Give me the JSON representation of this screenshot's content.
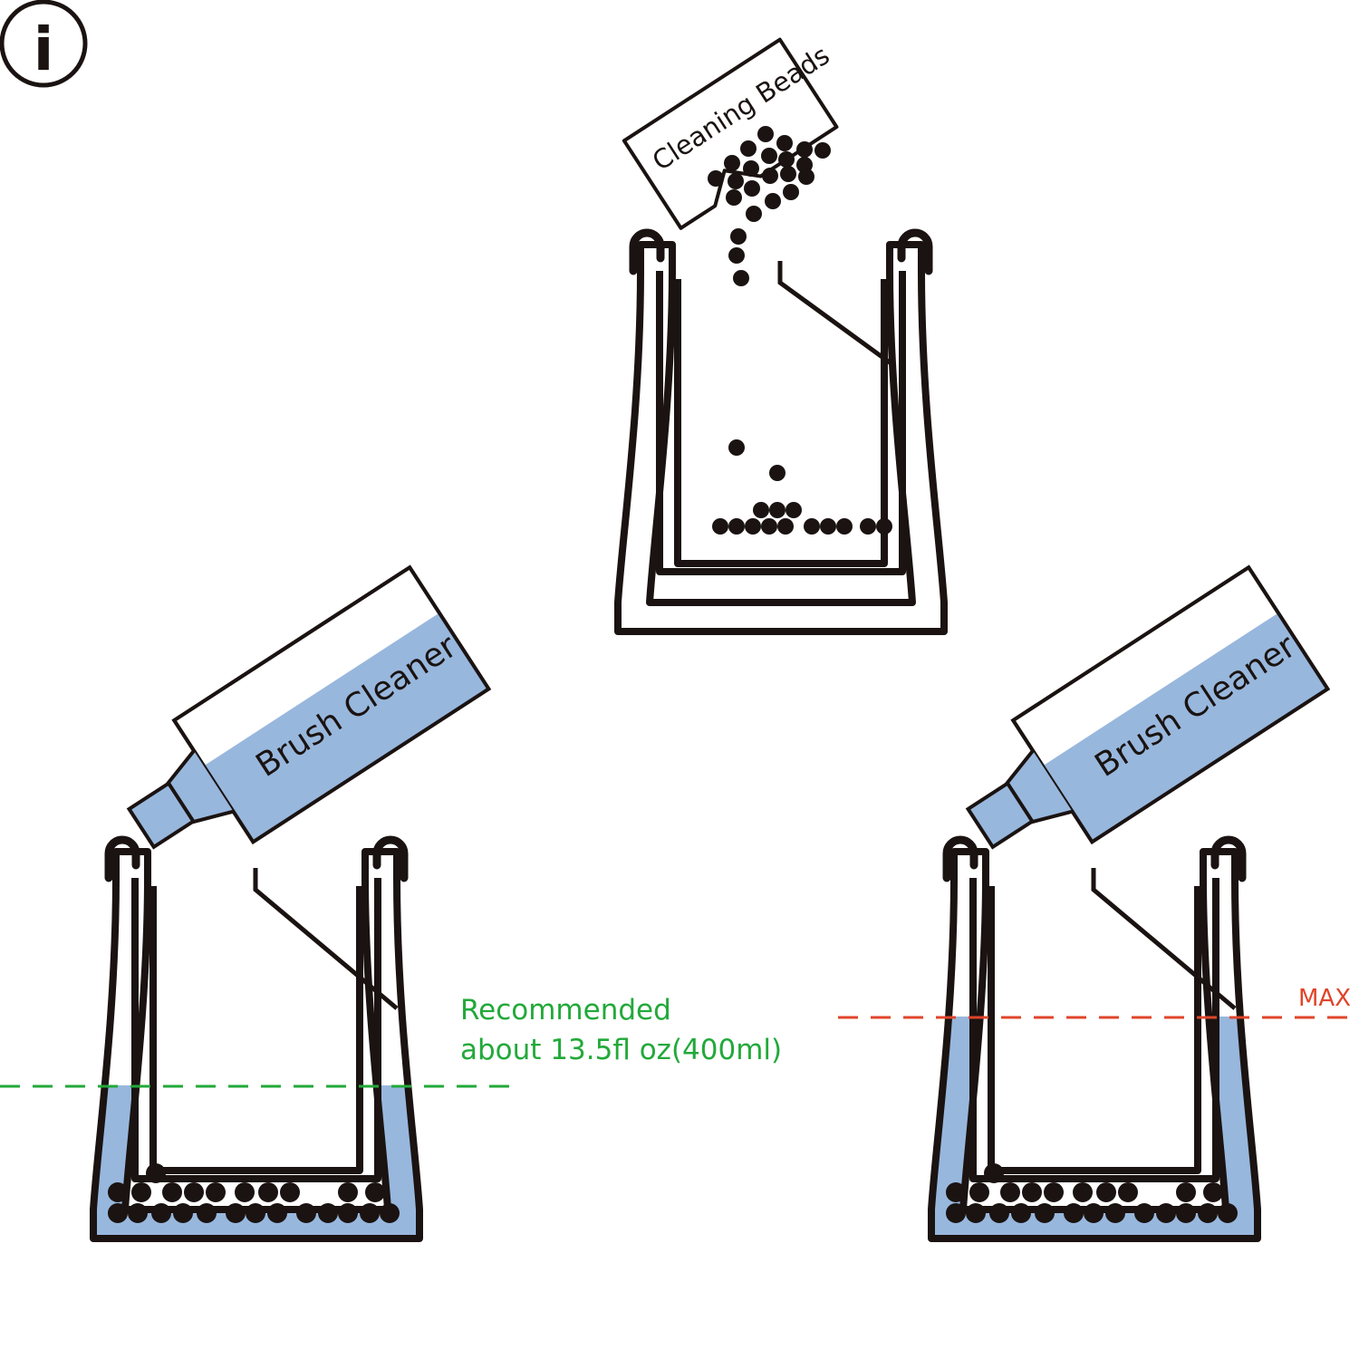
{
  "info_icon": {
    "glyph": "i",
    "icon": "info-icon"
  },
  "beads_bag": {
    "label": "Cleaning Beads"
  },
  "bottle_left": {
    "label": "Brush Cleaner"
  },
  "bottle_right": {
    "label": "Brush Cleaner"
  },
  "recommended": {
    "line1": "Recommended",
    "line2": "about 13.5fl oz(400ml)",
    "color": "#22a93a"
  },
  "max": {
    "label": "MAX",
    "color": "#e0442a"
  },
  "colors": {
    "ink": "#1a1311",
    "liquid": "#98b7dd"
  }
}
